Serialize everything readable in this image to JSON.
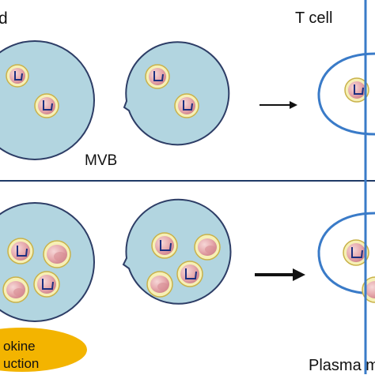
{
  "labels": {
    "top_left": "d",
    "t_cell": "T cell",
    "mvb": "MVB",
    "plasma": "Plasma m",
    "oval_line1": "okine",
    "oval_line2": "uction"
  },
  "colors": {
    "mvb_fill": "#b2d5e0",
    "mvb_stroke": "#2d3d66",
    "vesicle_outer": "#f6f0b6",
    "vesicle_ring": "#c9b24a",
    "vesicle_inner": "#eab6b6",
    "vesicle_inner_dark": "#d78e95",
    "cargo": "#1c2f80",
    "membrane": "#3a7bc8",
    "divider": "#1f3a66",
    "oval": "#f3b400"
  },
  "icons": [
    "right-arrow-icon",
    "right-arrow-bold-icon"
  ]
}
